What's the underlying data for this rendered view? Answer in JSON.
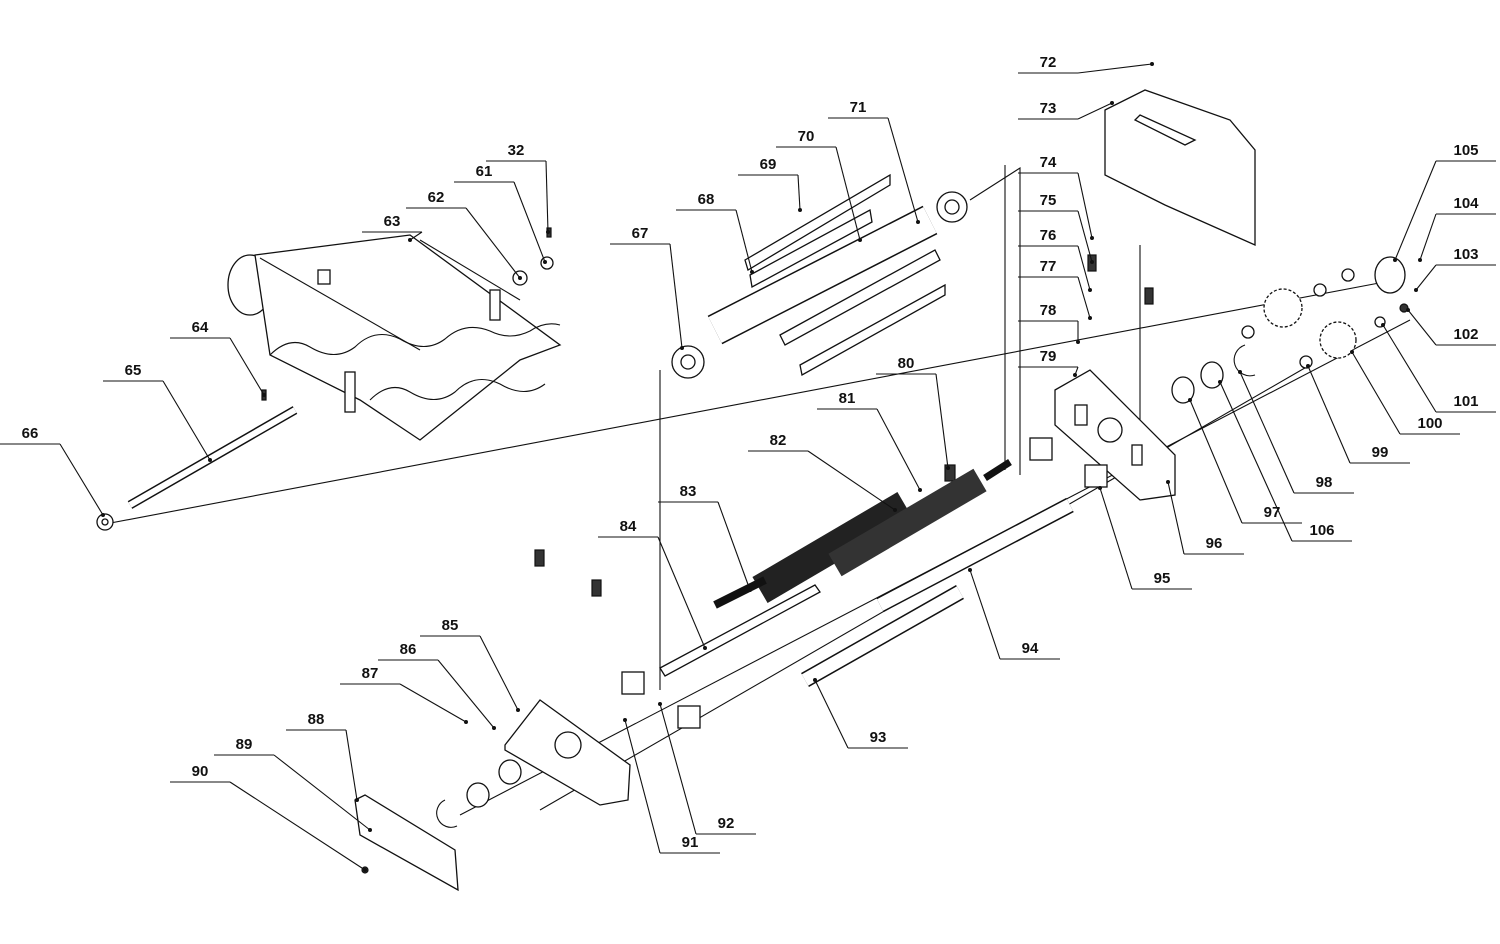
{
  "diagram": {
    "type": "exploded-parts-diagram",
    "callouts": [
      "32",
      "61",
      "62",
      "63",
      "64",
      "65",
      "66",
      "67",
      "68",
      "69",
      "70",
      "71",
      "72",
      "73",
      "74",
      "75",
      "76",
      "77",
      "78",
      "79",
      "80",
      "81",
      "82",
      "83",
      "84",
      "85",
      "86",
      "87",
      "88",
      "89",
      "90",
      "91",
      "92",
      "93",
      "94",
      "95",
      "96",
      "97",
      "98",
      "99",
      "100",
      "101",
      "102",
      "103",
      "104",
      "105",
      "106"
    ]
  }
}
